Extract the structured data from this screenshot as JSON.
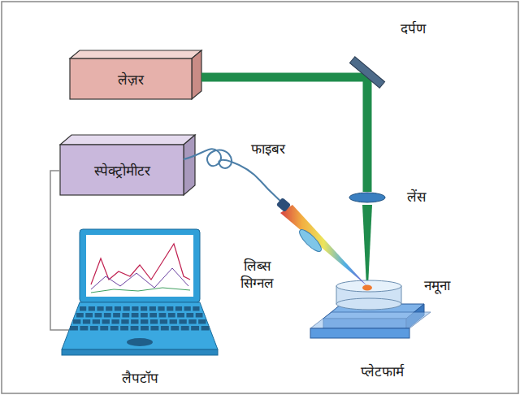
{
  "diagram": {
    "nodes": [
      {
        "text": [
          "लेज़र"
        ]
      },
      {
        "text": [
          "स्पेक्ट्रोमीटर"
        ]
      }
    ],
    "labels": [
      "दर्पण",
      "फाइबर",
      "लेंस",
      "लिब्स सिग्नल",
      "नमूना",
      "लैपटॉप",
      "प्लेटफार्म"
    ]
  }
}
